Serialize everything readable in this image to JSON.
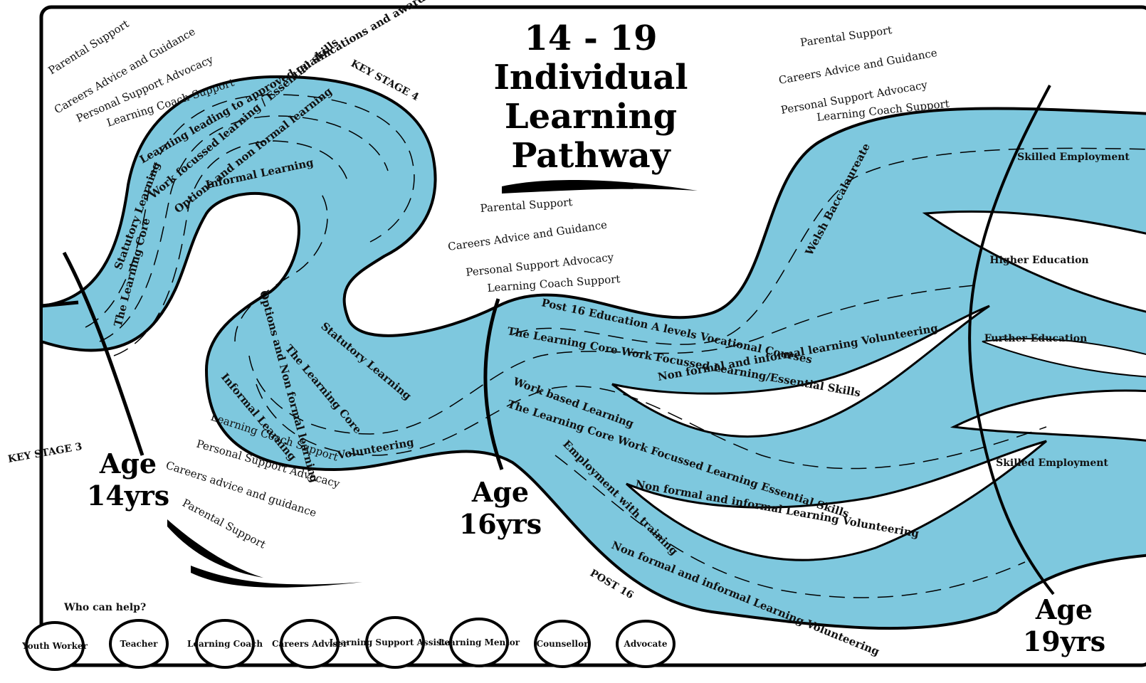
{
  "title": {
    "line1": "14 - 19",
    "line2": "Individual",
    "line3": "Learning",
    "line4": "Pathway"
  },
  "support_top_left": [
    "Parental Support",
    "Careers Advice and Guidance",
    "Personal Support  Advocacy",
    "Learning Coach Support"
  ],
  "support_top_right": [
    "Parental Support",
    "Careers Advice and Guidance",
    "Personal Support  Advocacy",
    "Learning Coach Support"
  ],
  "support_middle": [
    "Parental Support",
    "Careers Advice and Guidance",
    "Personal Support  Advocacy",
    "Learning Coach Support"
  ],
  "support_bottom_left": [
    "Learning Coach Support",
    "Personal Support  Advocacy",
    "Careers advice and guidance",
    "Parental Support"
  ],
  "stage_labels": {
    "ks4": "KEY STAGE 4",
    "ks3": "KEY STAGE 3",
    "post16": "POST 16"
  },
  "ages": {
    "a14": "Age",
    "a14b": "14yrs",
    "a16": "Age",
    "a16b": "16yrs",
    "a19": "Age",
    "a19b": "19yrs"
  },
  "river_ks4": [
    "Learning leading to approved qualifications and awards of credit",
    "Work focussed learning / Essential skills",
    "Options and non formal learning",
    "Informal Learning",
    "Statutory Learning",
    "The Learning Core"
  ],
  "river_mid": [
    "Statutory Learning",
    "The Learning Core",
    "Options and Non formal learning",
    "Informal Learning",
    "Volunteering"
  ],
  "river_post16": [
    "Post 16 Education  A levels   Vocational Courses",
    "The Learning Core Work Focussed Learning/Essential Skills",
    "Non formal and informal learning  Volunteering",
    "Welsh Baccalaureate",
    "Work based Learning",
    "The Learning Core Work Focussed Learning  Essential Skills",
    "Non formal and informal Learning  Volunteering",
    "Employment with training",
    "Non formal and informal Learning   Volunteering"
  ],
  "destinations": [
    "Skilled Employment",
    "Higher Education",
    "Further Education",
    "Skilled Employment"
  ],
  "helpers": {
    "heading": "Who can help?",
    "items": [
      "Youth Worker",
      "Teacher",
      "Learning Coach",
      "Careers Adviser",
      "Learning Support Assistant",
      "Learning Mentor",
      "Counsellor",
      "Advocate"
    ]
  },
  "colors": {
    "river": "#7ec8de",
    "ink": "#000000",
    "paper": "#ffffff"
  }
}
